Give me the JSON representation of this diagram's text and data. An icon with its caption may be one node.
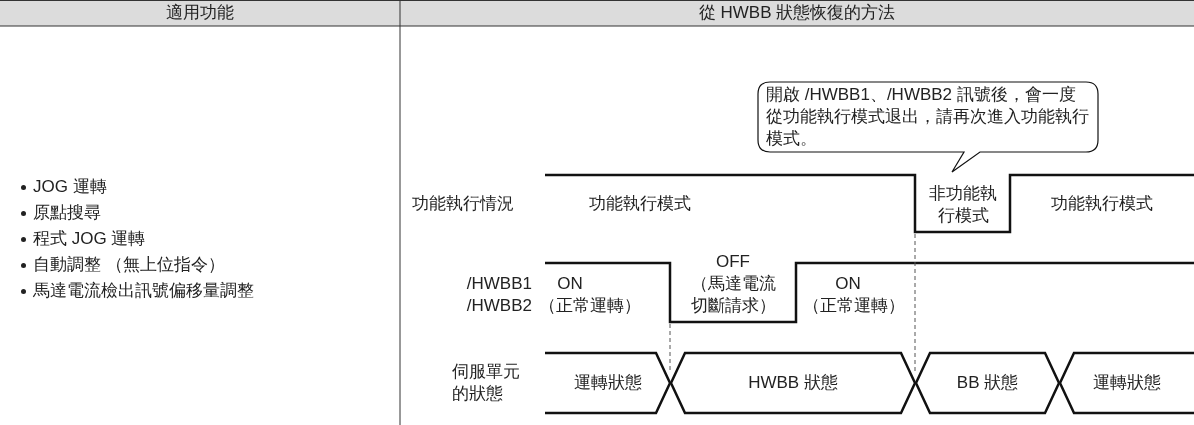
{
  "diagram": {
    "nodes": [
      {
        "text": [
          "開啟 /HWBB1、/HWBB2 訊號後，會一度從功能執行模式退出，請再次進入功能執行模式。"
        ]
      },
      {
        "text": [
          "運轉狀態"
        ]
      },
      {
        "text": [
          "HWBB 狀態"
        ]
      },
      {
        "text": [
          "BB 狀態"
        ]
      },
      {
        "text": [
          "運轉狀態"
        ]
      }
    ],
    "labels": [
      "適用功能",
      "從 HWBB 狀態恢復的方法",
      "JOG 運轉",
      "原點搜尋",
      "程式 JOG 運轉",
      "自動調整 （無上位指令）",
      "馬達電流檢出訊號偏移量調整",
      "功能執行情況",
      "功能執行模式",
      "非功能執行模式",
      "功能執行模式",
      "/HWBB1",
      "/HWBB2",
      "ON",
      "（正常運轉）",
      "OFF",
      "（馬達電流切斷請求）",
      "ON",
      "（正常運轉）",
      "伺服單元的狀態"
    ]
  }
}
